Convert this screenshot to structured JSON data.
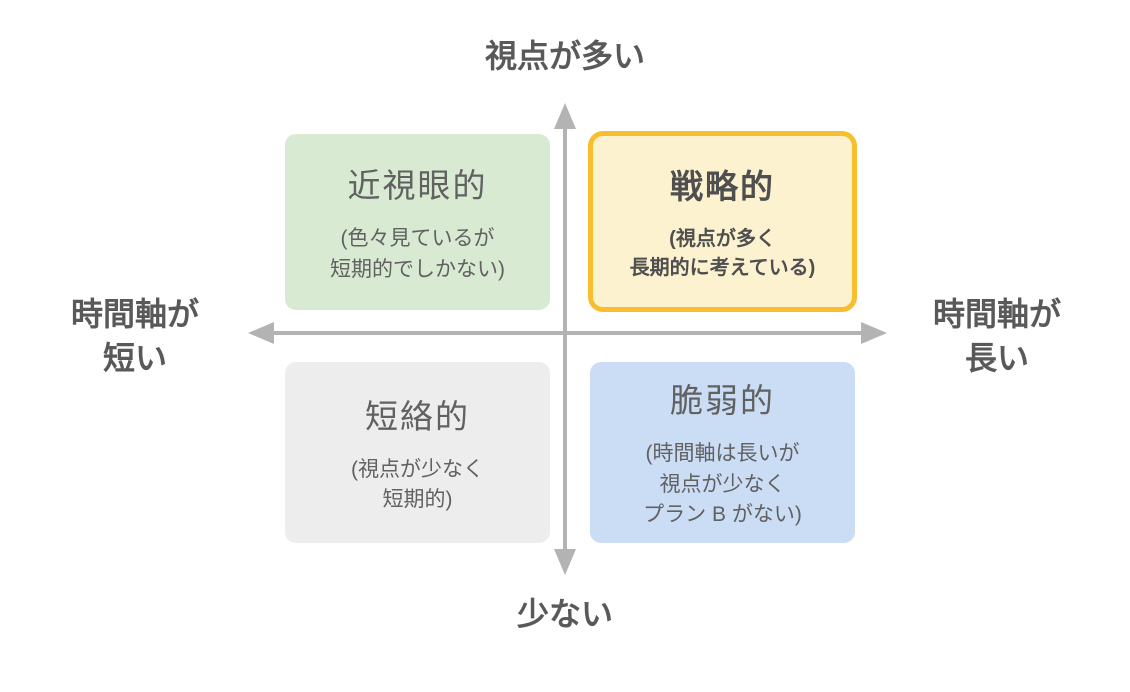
{
  "diagram": {
    "title_hint": "strategy-quadrant-matrix",
    "text_color": "#595959",
    "axis": {
      "color": "#b3b3b3",
      "top_label": "視点が多い",
      "bottom_label": "少ない",
      "left_label_line1": "時間軸が",
      "left_label_line2": "短い",
      "right_label_line1": "時間軸が",
      "right_label_line2": "長い"
    },
    "quadrants": {
      "top_left": {
        "title": "近視眼的",
        "subtitle_line1": "(色々見ているが",
        "subtitle_line2": "短期的でしかない)",
        "fill": "#d9ead3"
      },
      "top_right": {
        "title": "戦略的",
        "subtitle_line1": "(視点が多く",
        "subtitle_line2": "長期的に考えている)",
        "fill": "#fdf2d0",
        "border": "#f8be2d"
      },
      "bottom_left": {
        "title": "短絡的",
        "subtitle_line1": "(視点が少なく",
        "subtitle_line2": "短期的)",
        "fill": "#ededed"
      },
      "bottom_right": {
        "title": "脆弱的",
        "subtitle_line1": "(時間軸は長いが",
        "subtitle_line2": "視点が少なく",
        "subtitle_line3": "プラン B がない)",
        "fill": "#cbdcf5"
      }
    }
  }
}
